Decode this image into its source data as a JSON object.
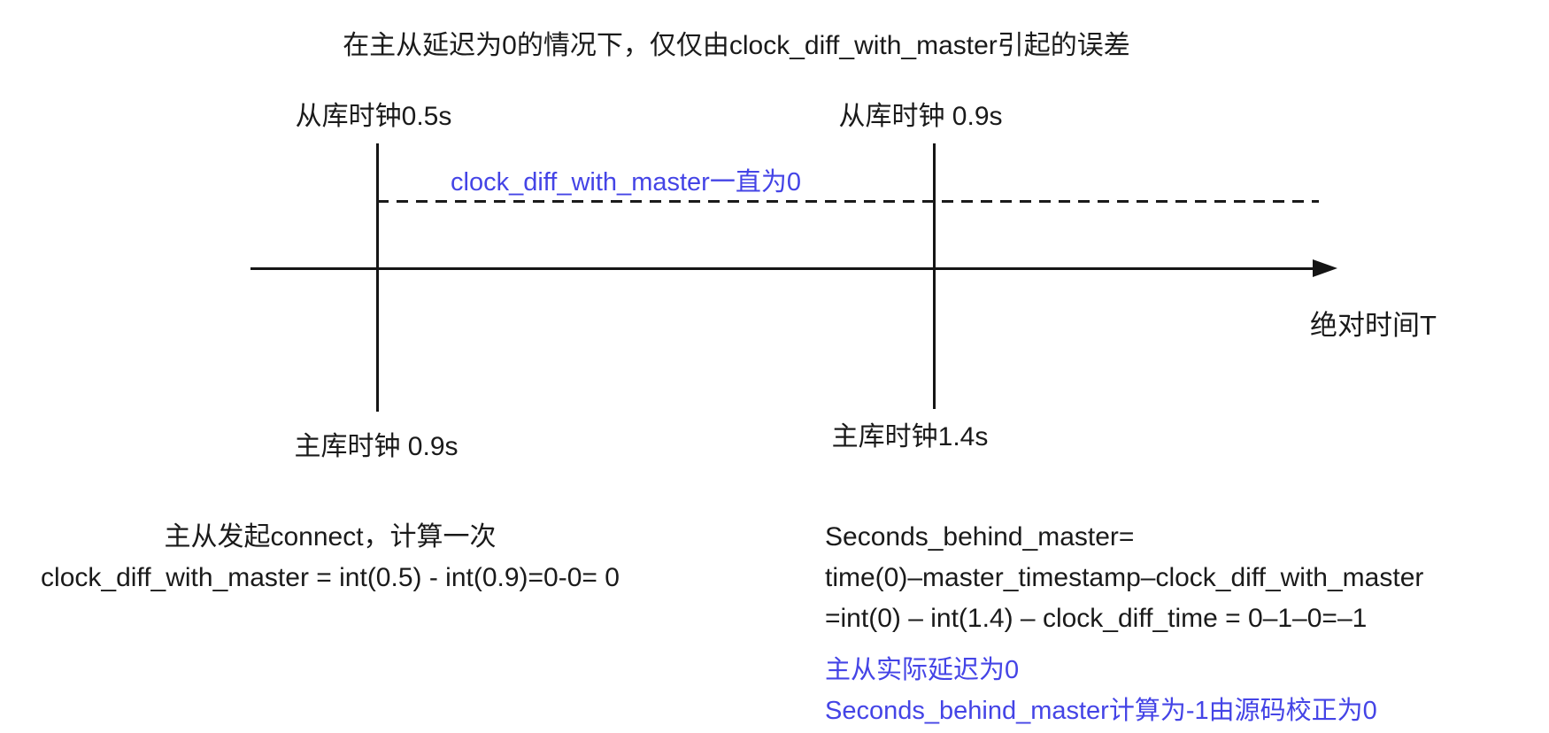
{
  "title": "在主从延迟为0的情况下，仅仅由clock_diff_with_master引起的误差",
  "colors": {
    "background": "#ffffff",
    "ink": "#1a1a1a",
    "accent_blue": "#4444e6"
  },
  "timeline": {
    "slave_clock_left": "从库时钟0.5s",
    "slave_clock_right": "从库时钟 0.9s",
    "clock_diff_label": "clock_diff_with_master一直为0",
    "axis_label": "绝对时间T",
    "master_clock_left": "主库时钟 0.9s",
    "master_clock_right": "主库时钟1.4s"
  },
  "notes": {
    "left": {
      "lines": [
        "主从发起connect，计算一次",
        "clock_diff_with_master = int(0.5) - int(0.9)=0-0= 0"
      ]
    },
    "right": {
      "black_lines": [
        "Seconds_behind_master=",
        "time(0)–master_timestamp–clock_diff_with_master",
        "=int(0) – int(1.4) – clock_diff_time = 0–1–0=–1"
      ],
      "blue_lines": [
        "主从实际延迟为0",
        "Seconds_behind_master计算为-1由源码校正为0"
      ]
    }
  }
}
